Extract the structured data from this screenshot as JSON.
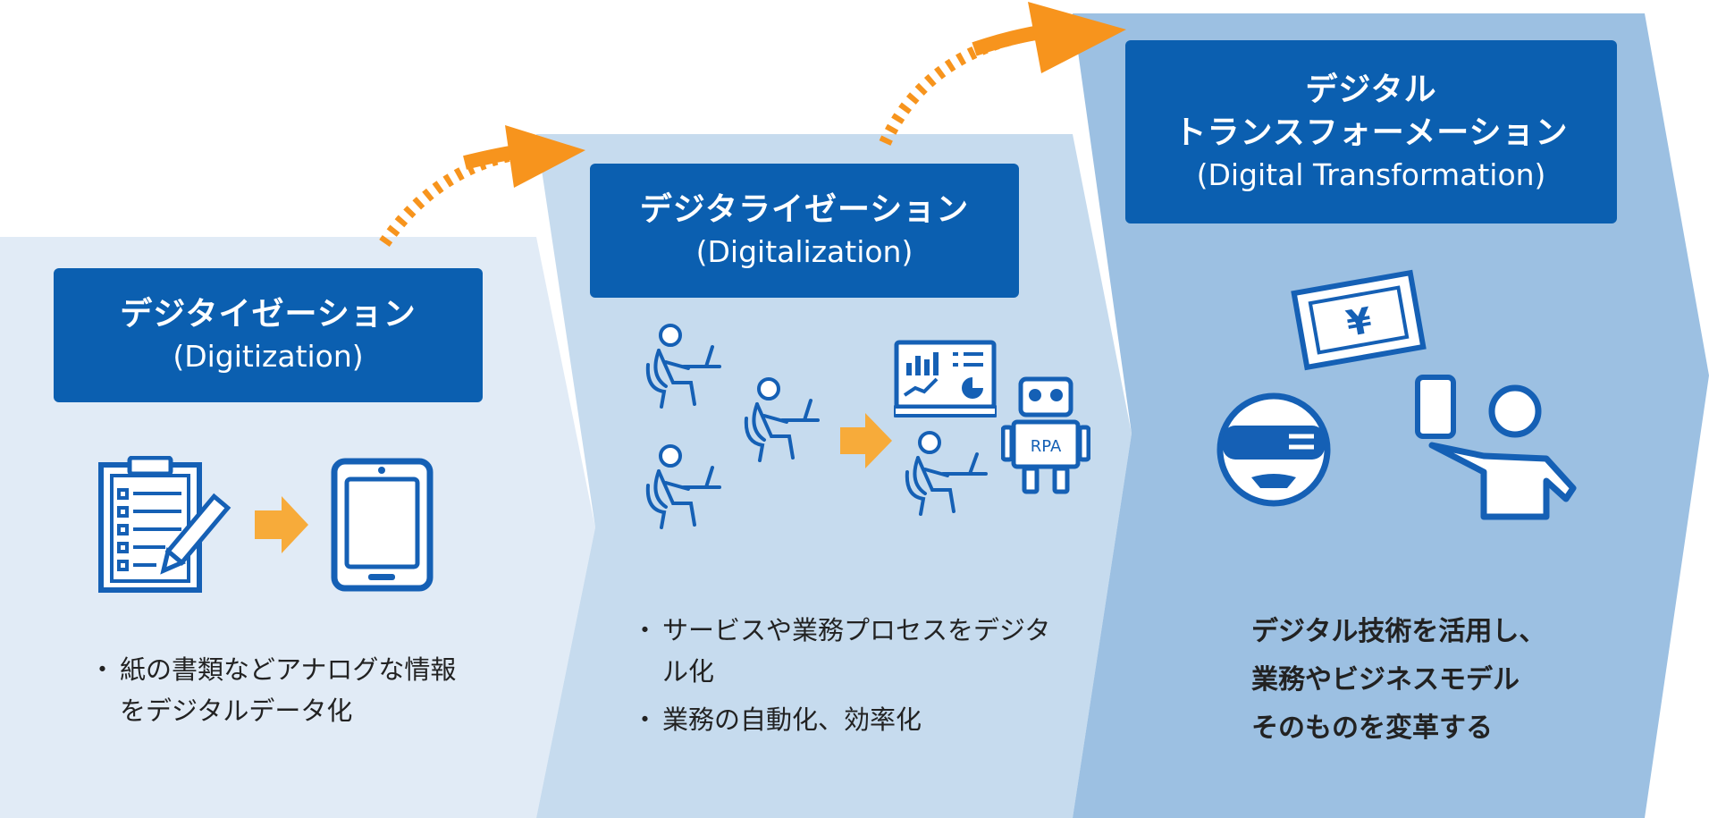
{
  "stages": [
    {
      "title_jp": "デジタイゼーション",
      "title_en": "(Digitization)",
      "description": [
        "紙の書類などアナログな情報をデジタルデータ化"
      ]
    },
    {
      "title_jp": "デジタライゼーション",
      "title_en": "(Digitalization)",
      "description": [
        "サービスや業務プロセスをデジタル化",
        "業務の自動化、効率化"
      ]
    },
    {
      "title_jp_line1": "デジタル",
      "title_jp_line2": "トランスフォーメーション",
      "title_en": "(Digital Transformation)",
      "description": [
        "デジタル技術を活用し、",
        "業務やビジネスモデル",
        "そのものを変革する"
      ]
    }
  ],
  "icons": {
    "rpa_label": "RPA",
    "currency_symbol": "¥"
  },
  "colors": {
    "title_box": "#0b5fb0",
    "icon_stroke": "#1560b5",
    "arrow_orange": "#f7941d",
    "stage1_bg": "#e1ebf6",
    "stage2_bg": "#c6dbee",
    "stage3_bg": "#9cc0e2"
  }
}
